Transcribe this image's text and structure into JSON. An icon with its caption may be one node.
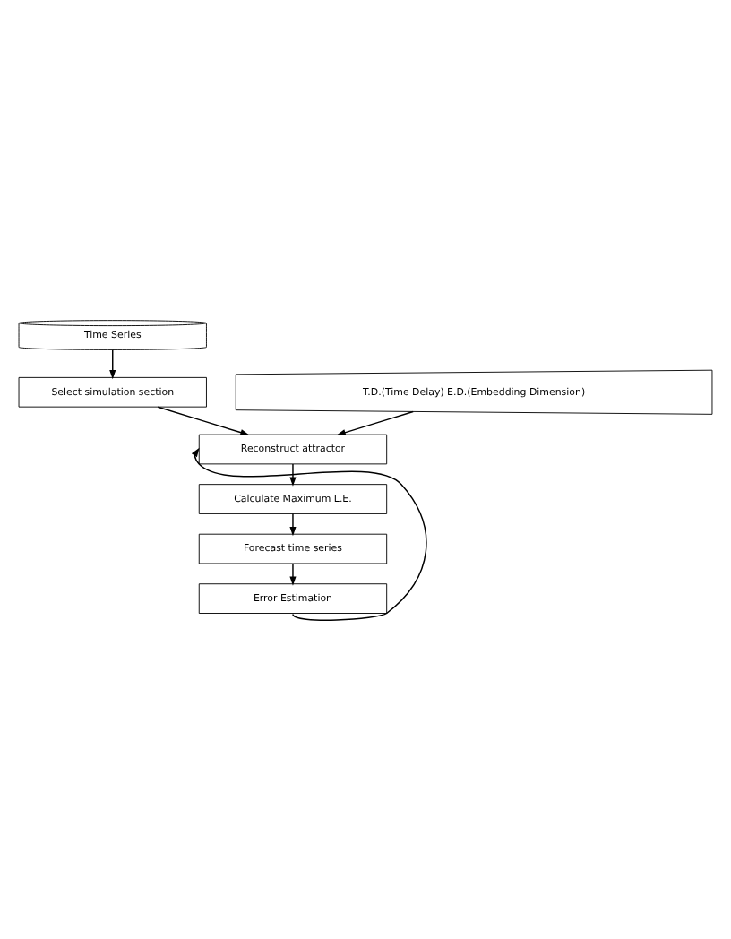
{
  "diagram": {
    "nodes": [
      {
        "text": [
          "Time Series"
        ]
      },
      {
        "text": [
          "Select simulation section"
        ]
      },
      {
        "text": [
          "T.D.(Time Delay) E.D.(Embedding Dimension)"
        ]
      },
      {
        "text": [
          "Reconstruct attractor"
        ]
      },
      {
        "text": [
          "Calculate Maximum L.E."
        ]
      },
      {
        "text": [
          "Forecast time series"
        ]
      },
      {
        "text": [
          "Error Estimation"
        ]
      }
    ],
    "edges": [
      {
        "from": 0,
        "to": 1,
        "arrow": "to"
      },
      {
        "from": 1,
        "to": 3,
        "arrow": "to"
      },
      {
        "from": 2,
        "to": 3,
        "arrow": "to"
      },
      {
        "from": 3,
        "to": 4,
        "arrow": "to"
      },
      {
        "from": 4,
        "to": 5,
        "arrow": "to"
      },
      {
        "from": 5,
        "to": 6,
        "arrow": "to"
      },
      {
        "from": 6,
        "to": 3,
        "arrow": "to"
      }
    ]
  }
}
